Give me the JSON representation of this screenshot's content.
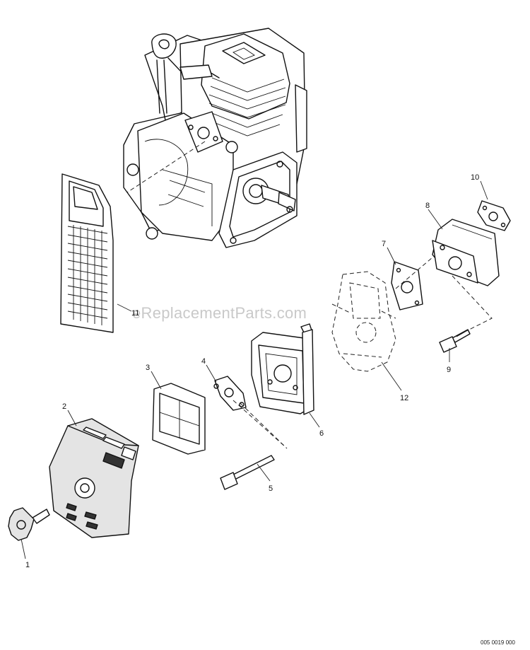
{
  "diagram": {
    "watermark": "eReplacementParts.com",
    "drawing_code": "005 0019 000",
    "callouts": [
      {
        "id": "1",
        "text": "1"
      },
      {
        "id": "2",
        "text": "2"
      },
      {
        "id": "3",
        "text": "3"
      },
      {
        "id": "4",
        "text": "4"
      },
      {
        "id": "5",
        "text": "5"
      },
      {
        "id": "6",
        "text": "6"
      },
      {
        "id": "7",
        "text": "7"
      },
      {
        "id": "8",
        "text": "8"
      },
      {
        "id": "9",
        "text": "9"
      },
      {
        "id": "10",
        "text": "10"
      },
      {
        "id": "11",
        "text": "11"
      },
      {
        "id": "12",
        "text": "12"
      }
    ]
  }
}
